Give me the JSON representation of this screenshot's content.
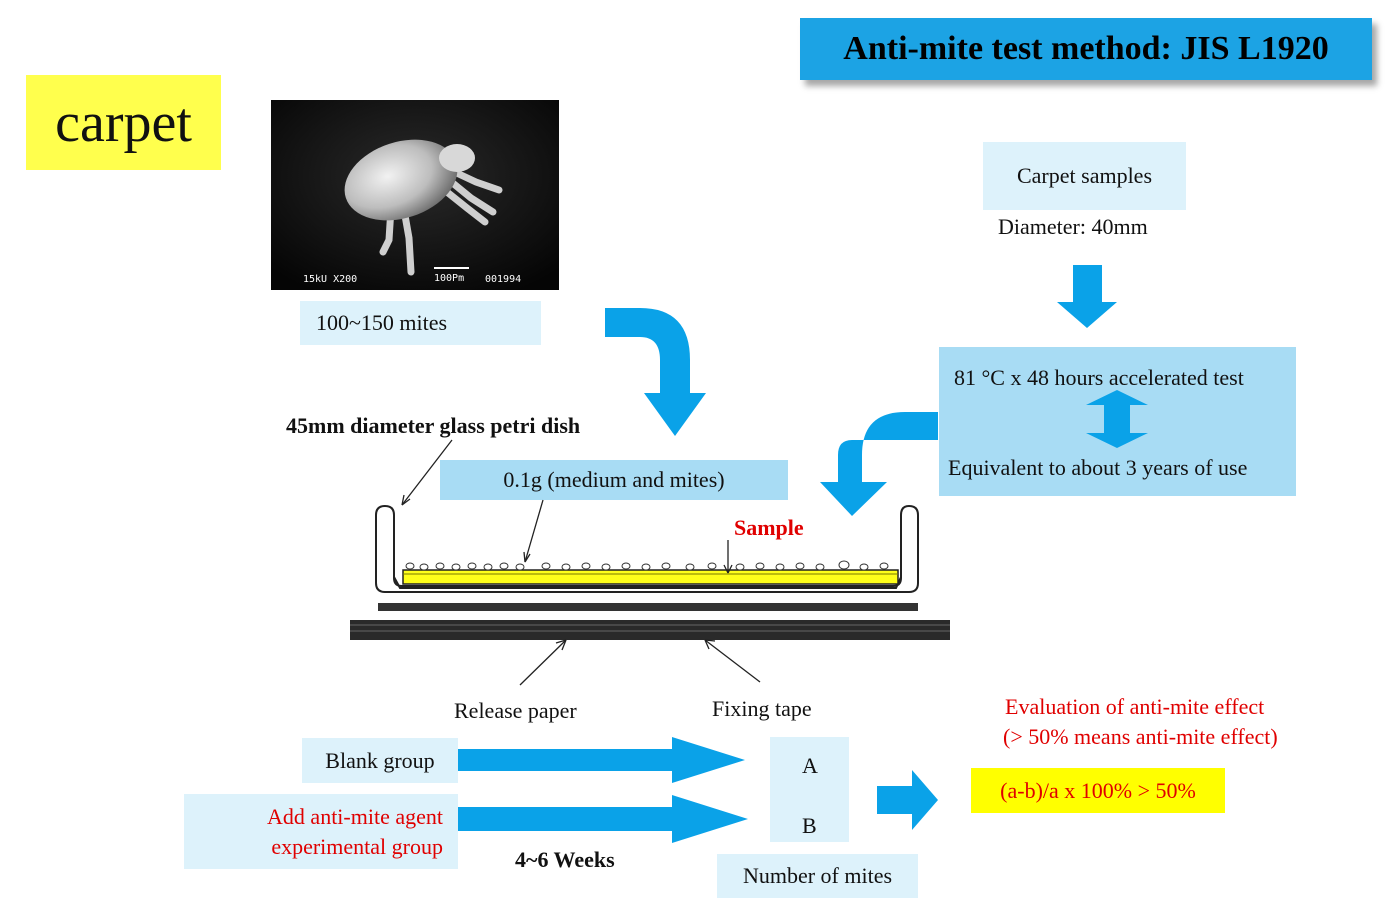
{
  "title": "Anti-mite test method: JIS L1920",
  "carpet_label": "carpet",
  "photo": {
    "caption_left": "15kU  X200",
    "caption_scale": "100Pm",
    "caption_right": "001994"
  },
  "mites_count": "100~150 mites",
  "carpet_samples": "Carpet samples",
  "diameter": "Diameter: 40mm",
  "accelerated_test": "81 °C x 48 hours accelerated test",
  "equivalent": "Equivalent to about 3 years of use",
  "petri_dish_label": "45mm diameter glass petri dish",
  "medium_label": "0.1g (medium and mites)",
  "sample_label": "Sample",
  "release_paper": "Release paper",
  "fixing_tape": "Fixing tape",
  "blank_group": "Blank group",
  "experimental_group_line1": "Add anti-mite agent",
  "experimental_group_line2": "experimental group",
  "weeks": "4~6 Weeks",
  "result_a": "A",
  "result_b": "B",
  "number_of_mites": "Number of mites",
  "evaluation_line1": "Evaluation of anti-mite effect",
  "evaluation_line2": "(> 50% means anti-mite effect)",
  "formula": "(a-b)/a x 100% > 50%",
  "colors": {
    "arrow_blue": "#0aa2e8",
    "title_blue": "#1ca3e4",
    "highlight_yellow": "#ffff00",
    "light_box": "#ddf2fb",
    "medium_box": "#a8dcf4",
    "red_text": "#e00000"
  }
}
